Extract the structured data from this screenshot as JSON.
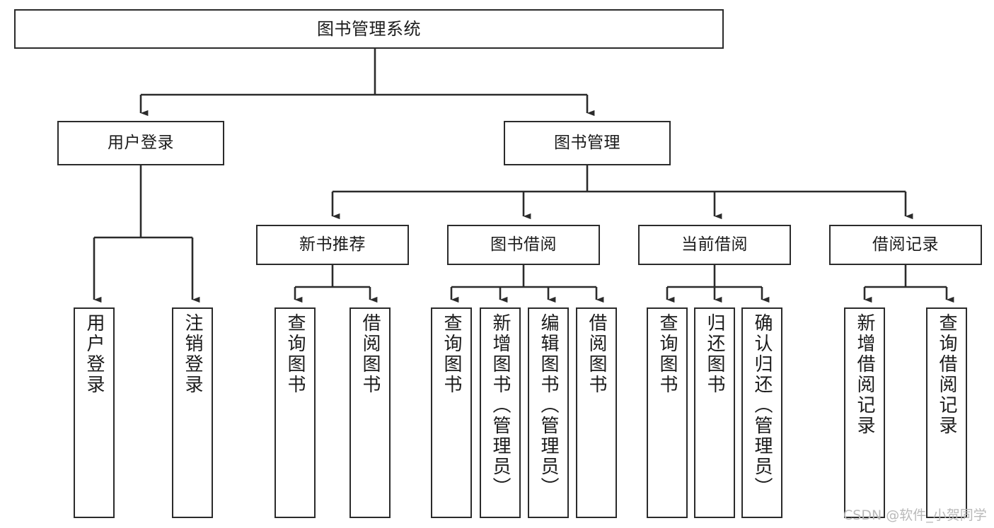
{
  "diagram": {
    "title": "图书管理系统",
    "type": "hierarchy-tree",
    "background_color": "#ffffff",
    "line_color": "#2b2b2b",
    "text_color": "#1b1b1b"
  },
  "nodes": {
    "root": {
      "label": "图书管理系统"
    },
    "level1": [
      {
        "label": "用户登录"
      },
      {
        "label": "图书管理"
      }
    ],
    "level2": [
      {
        "label": "新书推荐"
      },
      {
        "label": "图书借阅"
      },
      {
        "label": "当前借阅"
      },
      {
        "label": "借阅记录"
      }
    ],
    "leaves": {
      "user_login": [
        {
          "label": "用户登录"
        },
        {
          "label": "注销登录"
        }
      ],
      "new_book_recommend": [
        {
          "label": "查询图书"
        },
        {
          "label": "借阅图书"
        }
      ],
      "book_borrow": [
        {
          "label": "查询图书"
        },
        {
          "label": "新增图书（管理员）"
        },
        {
          "label": "编辑图书（管理员）"
        },
        {
          "label": "借阅图书"
        }
      ],
      "current_borrow": [
        {
          "label": "查询图书"
        },
        {
          "label": "归还图书"
        },
        {
          "label": "确认归还（管理员）"
        }
      ],
      "borrow_record": [
        {
          "label": "新增借阅记录"
        },
        {
          "label": "查询借阅记录"
        }
      ]
    }
  },
  "watermark": {
    "text": "CSDN @软件_小贺同学"
  }
}
